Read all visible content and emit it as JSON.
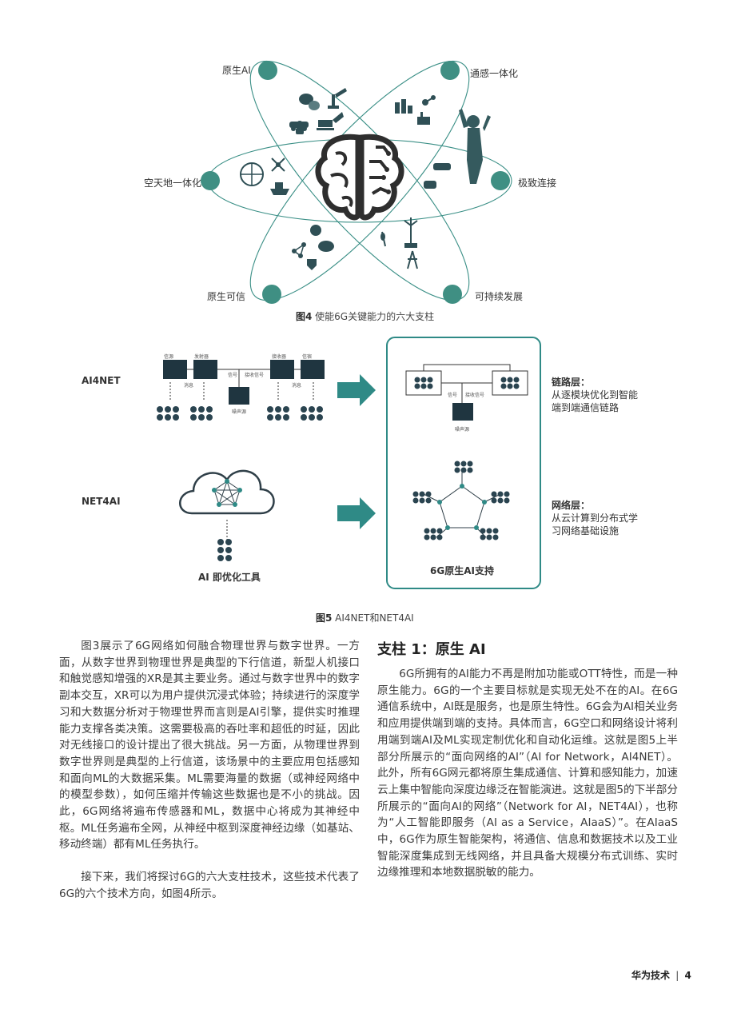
{
  "figure4": {
    "pillars": {
      "native_ai": "原生AI",
      "sensing_comm": "通感一体化",
      "space_air_ground": "空天地一体化",
      "extreme_connectivity": "极致连接",
      "native_trust": "原生可信",
      "sustainable": "可持续发展"
    },
    "caption_label": "图4",
    "caption_text": " 使能6G关键能力的六大支柱",
    "accent_color": "#2f8a86",
    "dot_color": "#3f8f83"
  },
  "figure5": {
    "ai4net_label": "AI4NET",
    "net4ai_label": "NET4AI",
    "block_labels": {
      "source": "信源",
      "transmitter": "发射器",
      "receiver": "接收器",
      "sink": "信宿",
      "message1": "消息",
      "message2": "消息",
      "signal": "信号",
      "recv_signal": "接收信号",
      "noise": "噪声源"
    },
    "right_labels": {
      "signal": "信号",
      "recv_signal": "接收信号",
      "noise": "噪声源"
    },
    "ai_tool_label": "AI 即优化工具",
    "native_ai_support": "6G原生AI支持",
    "link_layer_title": "链路层：",
    "link_layer_desc": [
      "从逐模块优化到智能",
      "端到端通信链路"
    ],
    "network_layer_title": "网络层：",
    "network_layer_desc": [
      "从云计算到分布式学",
      "习网络基础设施"
    ],
    "caption_label": "图5",
    "caption_text": " AI4NET和NET4AI",
    "arrow_color": "#2f8a86"
  },
  "left_column": {
    "paragraph1": "图3展示了6G网络如何融合物理世界与数字世界。一方面，从数字世界到物理世界是典型的下行信道，新型人机接口和触觉感知增强的XR是其主要业务。通过与数字世界中的数字副本交互，XR可以为用户提供沉浸式体验；持续进行的深度学习和大数据分析对于物理世界而言则是AI引擎，提供实时推理能力支撑各类决策。这需要极高的吞吐率和超低的时延，因此对无线接口的设计提出了很大挑战。另一方面，从物理世界到数字世界则是典型的上行信道，该场景中的主要应用包括感知和面向ML的大数据采集。ML需要海量的数据（或神经网络中的模型参数），如何压缩并传输这些数据也是不小的挑战。因此，6G网络将遍布传感器和ML，数据中心将成为其神经中枢。ML任务遍布全网，从神经中枢到深度神经边缘（如基站、移动终端）都有ML任务执行。",
    "paragraph2": "接下来，我们将探讨6G的六大支柱技术，这些技术代表了6G的六个技术方向，如图4所示。"
  },
  "right_column": {
    "heading": "支柱 1：原生 AI",
    "paragraph": "6G所拥有的AI能力不再是附加功能或OTT特性，而是一种原生能力。6G的一个主要目标就是实现无处不在的AI。在6G通信系统中，AI既是服务，也是原生特性。6G会为AI相关业务和应用提供端到端的支持。具体而言，6G空口和网络设计将利用端到端AI及ML实现定制优化和自动化运维。这就是图5上半部分所展示的“面向网络的AI”（AI for Network，AI4NET）。此外，所有6G网元都将原生集成通信、计算和感知能力，加速云上集中智能向深度边缘泛在智能演进。这就是图5的下半部分所展示的“面向AI的网络”（Network for AI，NET4AI），也称为“人工智能即服务（AI as a Service，AIaaS）”。在AIaaS中，6G作为原生智能架构，将通信、信息和数据技术以及工业智能深度集成到无线网络，并且具备大规模分布式训练、实时边缘推理和本地数据脱敏的能力。"
  },
  "footer": {
    "publication": "华为技术",
    "page_number": "4"
  }
}
